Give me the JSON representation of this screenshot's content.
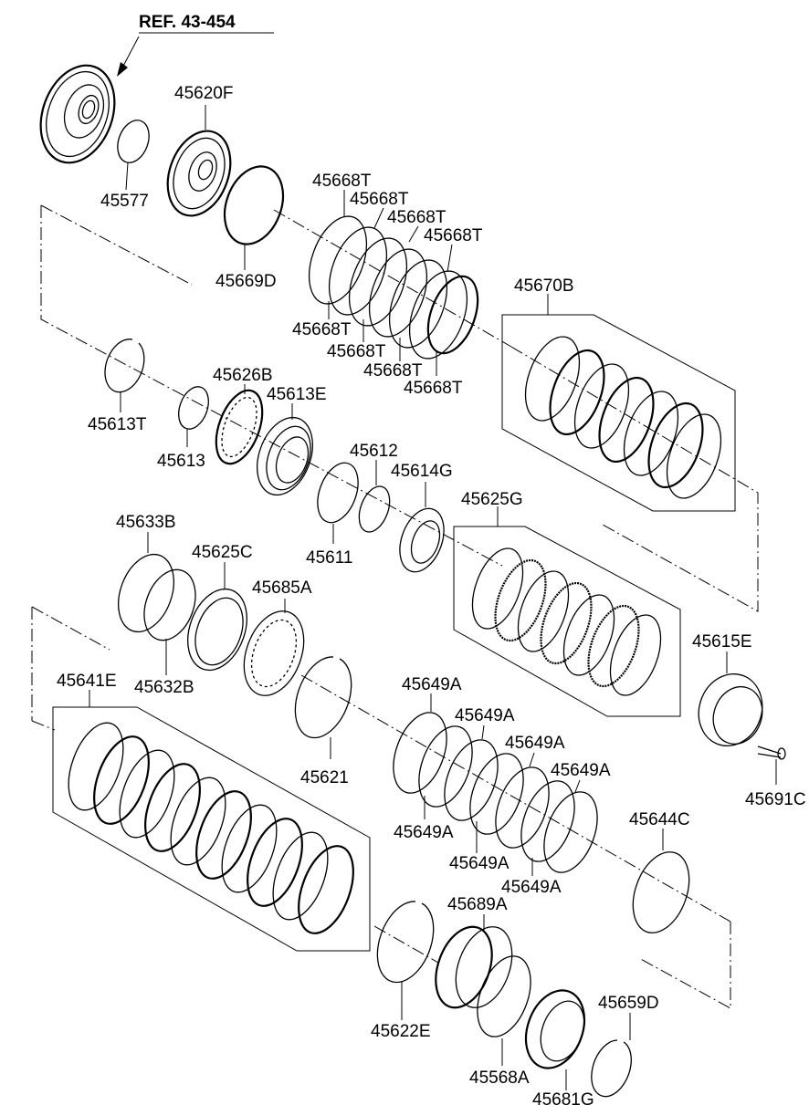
{
  "diagram": {
    "reference": "REF. 43-454",
    "callouts": {
      "p45620F": "45620F",
      "p45577": "45577",
      "p45669D": "45669D",
      "p45668T_1": "45668T",
      "p45668T_2": "45668T",
      "p45668T_3": "45668T",
      "p45668T_4": "45668T",
      "p45668T_5": "45668T",
      "p45668T_6": "45668T",
      "p45668T_7": "45668T",
      "p45668T_8": "45668T",
      "p45670B": "45670B",
      "p45613T": "45613T",
      "p45626B": "45626B",
      "p45613E": "45613E",
      "p45613": "45613",
      "p45612": "45612",
      "p45614G": "45614G",
      "p45611": "45611",
      "p45625G": "45625G",
      "p45633B": "45633B",
      "p45625C": "45625C",
      "p45685A": "45685A",
      "p45632B": "45632B",
      "p45615E": "45615E",
      "p45641E": "45641E",
      "p45621": "45621",
      "p45649A_1": "45649A",
      "p45649A_2": "45649A",
      "p45649A_3": "45649A",
      "p45649A_4": "45649A",
      "p45649A_5": "45649A",
      "p45649A_6": "45649A",
      "p45649A_7": "45649A",
      "p45691C": "45691C",
      "p45644C": "45644C",
      "p45689A": "45689A",
      "p45622E": "45622E",
      "p45659D": "45659D",
      "p45568A": "45568A",
      "p45681G": "45681G"
    }
  }
}
